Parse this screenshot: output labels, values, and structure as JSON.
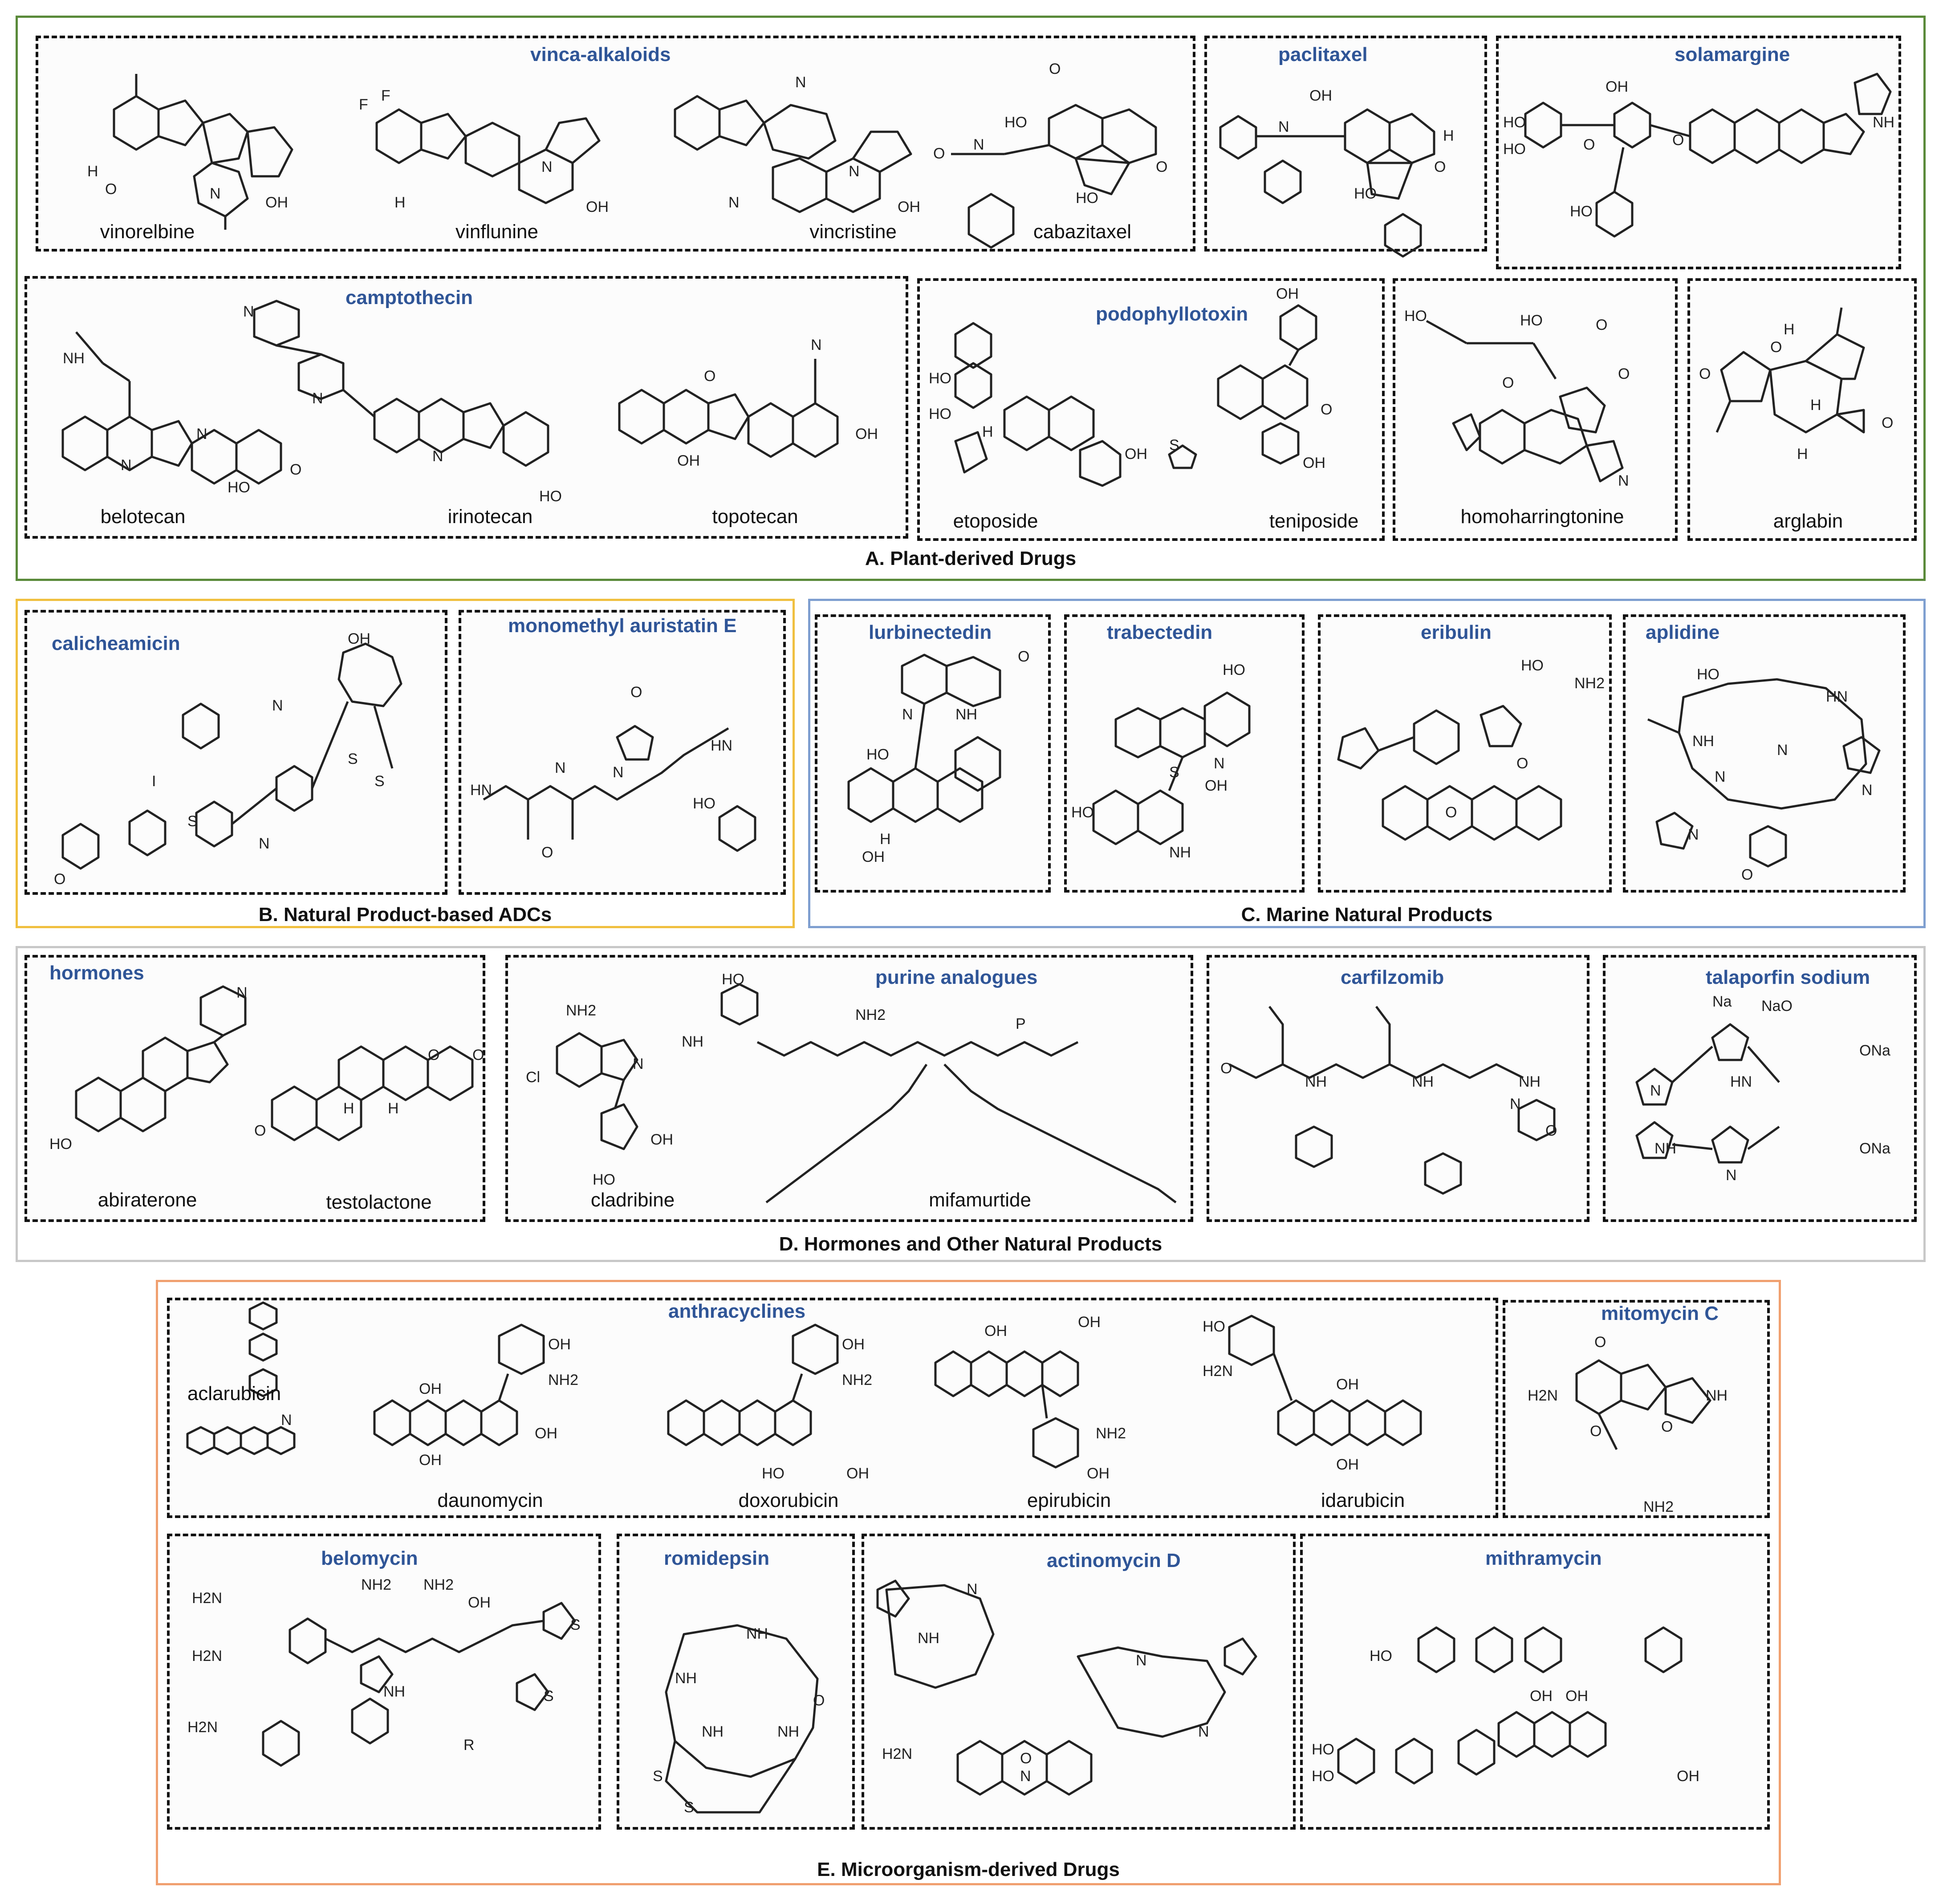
{
  "sections": {
    "A": {
      "title": "A. Plant-derived Drugs",
      "color": "#5a8a3a"
    },
    "B": {
      "title": "B. Natural Product-based ADCs",
      "color": "#f0c040"
    },
    "C": {
      "title": "C. Marine Natural Products",
      "color": "#7f9fd0"
    },
    "D": {
      "title": "D. Hormones and Other Natural Products",
      "color": "#c8c8c8"
    },
    "E": {
      "title": "E. Microorganism-derived Drugs",
      "color": "#f0a070"
    }
  },
  "groups": {
    "vinca": "vinca-alkaloids",
    "paclitaxel": "paclitaxel",
    "solamargine": "solamargine",
    "camptothecin": "camptothecin",
    "podophyllotoxin": "podophyllotoxin",
    "calicheamicin": "calicheamicin",
    "mmae": "monomethyl auristatin E",
    "lurbinectedin": "lurbinectedin",
    "trabectedin": "trabectedin",
    "eribulin": "eribulin",
    "aplidine": "aplidine",
    "hormones": "hormones",
    "purine": "purine analogues",
    "carfilzomib": "carfilzomib",
    "talaporfin": "talaporfin sodium",
    "anthracyclines": "anthracyclines",
    "mitomycin": "mitomycin C",
    "belomycin": "belomycin",
    "romidepsin": "romidepsin",
    "actinomycin": "actinomycin D",
    "mithramycin": "mithramycin"
  },
  "compounds": {
    "vinorelbine": "vinorelbine",
    "vinflunine": "vinflunine",
    "vincristine": "vincristine",
    "cabazitaxel": "cabazitaxel",
    "belotecan": "belotecan",
    "irinotecan": "irinotecan",
    "topotecan": "topotecan",
    "etoposide": "etoposide",
    "teniposide": "teniposide",
    "homoharringtonine": "homoharringtonine",
    "arglabin": "arglabin",
    "abiraterone": "abiraterone",
    "testolactone": "testolactone",
    "cladribine": "cladribine",
    "mifamurtide": "mifamurtide",
    "aclarubicin": "aclarubicin",
    "daunomycin": "daunomycin",
    "doxorubicin": "doxorubicin",
    "epirubicin": "epirubicin",
    "idarubicin": "idarubicin"
  },
  "atom_labels": [
    "OH",
    "O",
    "N",
    "H",
    "NH",
    "NH2",
    "HO",
    "H2N",
    "S",
    "Cl",
    "F",
    "Na",
    "ONa",
    "NaO",
    "R",
    "I"
  ]
}
